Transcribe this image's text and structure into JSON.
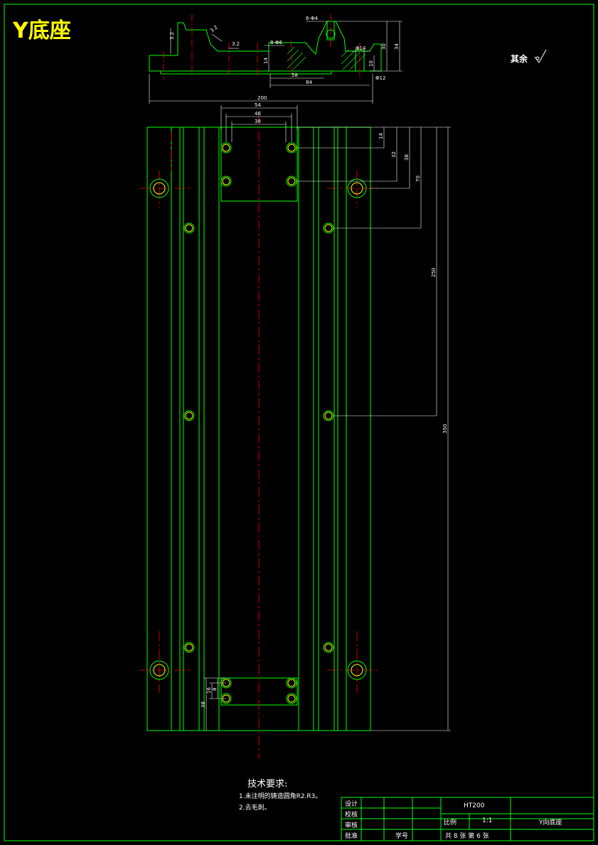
{
  "title": "Y底座",
  "roughness_note": "其余",
  "top_view_dims": {
    "angle_a": "3.2",
    "angle_b": "3.2",
    "angle_c": "3.2",
    "hole_note_a": "6-Φ4",
    "hole_note_b": "8-Φ6",
    "d14": "Φ14",
    "d12": "Φ12",
    "h14": "14",
    "h30": "30",
    "h34": "34",
    "h10": "10",
    "w58": "58",
    "w84": "84",
    "w200": "200"
  },
  "plan_dims": {
    "w54": "54",
    "w46": "46",
    "w38": "38",
    "v14": "14",
    "v32": "32",
    "v38": "38",
    "v70": "70",
    "v250": "250",
    "v350": "350",
    "b8": "8",
    "b16": "16",
    "b38": "38"
  },
  "tech_requirements": {
    "heading": "技术要求:",
    "items": [
      "1.未注明的铸造圆角R2.R3。",
      "2.去毛刺。"
    ]
  },
  "title_block": {
    "design": "设计",
    "check": "校核",
    "review": "审核",
    "approve": "批准",
    "sign": "学号",
    "material": "HT200",
    "scale_label": "比例",
    "scale_value": "1:1",
    "part_name": "Y向底座",
    "sheets": "共 8 张  第 6 张"
  },
  "colors": {
    "outline": "#00ff00",
    "centerline": "#ff0000",
    "dimension": "#ffffff",
    "hole": "#ffff00",
    "title": "#ffff00"
  }
}
